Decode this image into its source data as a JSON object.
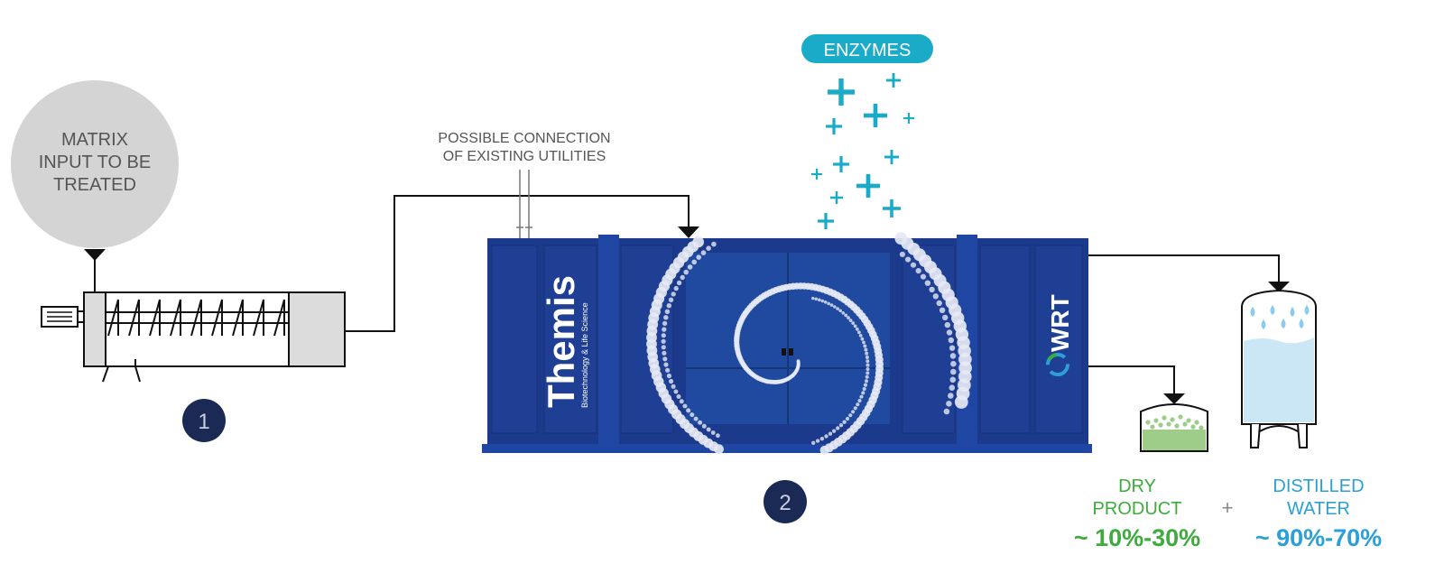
{
  "input": {
    "lines": [
      "MATRIX",
      "INPUT TO BE",
      "TREATED"
    ]
  },
  "connection": {
    "lines": [
      "POSSIBLE CONNECTION",
      "OF EXISTING UTILITIES"
    ]
  },
  "enzymes": {
    "label": "ENZYMES"
  },
  "steps": {
    "one": "1",
    "two": "2"
  },
  "container": {
    "brand_name": "Themis",
    "brand_tagline": "Biotechnology & Life Science",
    "wrt_logo": "WRT"
  },
  "outputs": {
    "dry": {
      "lines": [
        "DRY",
        "PRODUCT"
      ],
      "percent": "~ 10%-30%"
    },
    "plus": "+",
    "water": {
      "lines": [
        "DISTILLED",
        "WATER"
      ],
      "percent": "~ 90%-70%"
    }
  },
  "colors": {
    "navy": "#1b3a8c",
    "navy_dark": "#142c6e",
    "badge": "#1a2a55",
    "cyan": "#1aabc9",
    "green": "#3dac3c",
    "blue_text": "#2a9fd8",
    "grey": "#d4d4d4"
  }
}
